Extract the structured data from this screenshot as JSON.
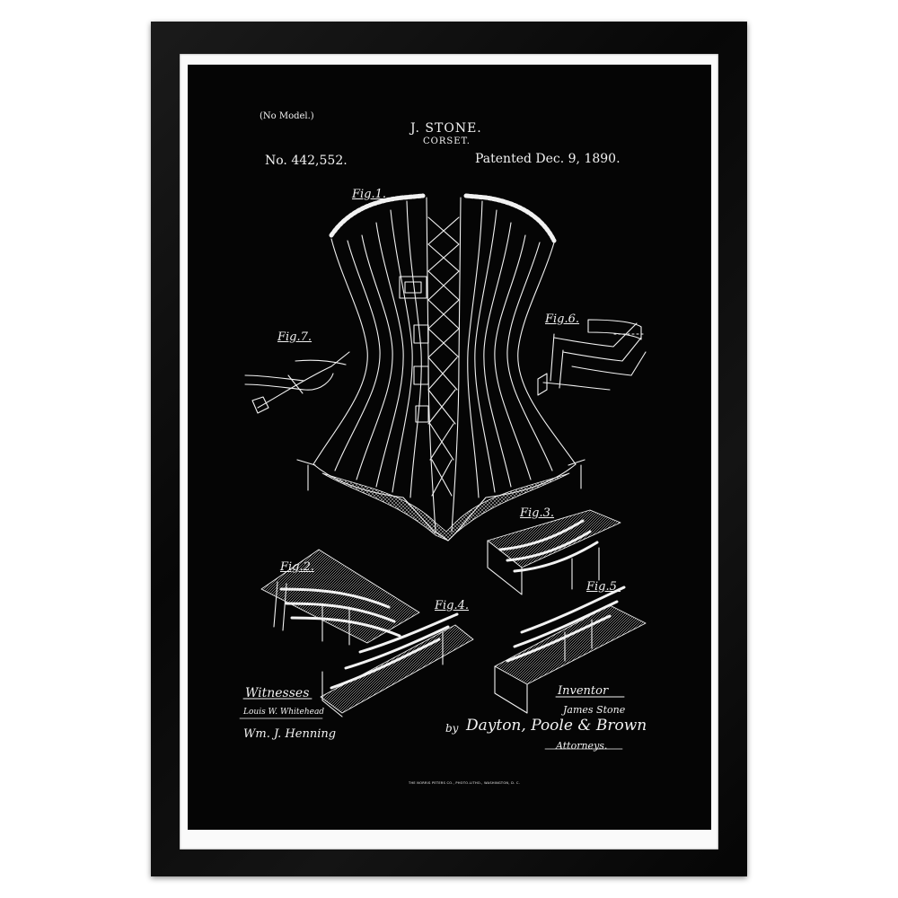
{
  "header": {
    "no_model": "(No Model.)",
    "inventor_name": "J. STONE.",
    "title": "CORSET.",
    "patent_number": "No. 442,552.",
    "patent_date": "Patented Dec. 9, 1890."
  },
  "figures": {
    "fig1": "Fig.1.",
    "fig2": "Fig.2.",
    "fig3": "Fig.3.",
    "fig4": "Fig.4.",
    "fig5": "Fig.5.",
    "fig6": "Fig.6.",
    "fig7": "Fig.7."
  },
  "signatures": {
    "witnesses_label": "Witnesses",
    "witness_1": "Louis W. Whitehead",
    "witness_2": "Wm. J. Henning",
    "inventor_label": "Inventor",
    "inventor_signature": "James Stone",
    "by_label": "by",
    "attorney_signature": "Dayton, Poole & Brown",
    "attorneys_label": "Attorneys."
  },
  "footer": {
    "printer_line": "THE NORRIS PETERS CO., PHOTO-LITHO., WASHINGTON, D. C."
  },
  "colors": {
    "frame": "#0b0b0b",
    "mat": "#fafafa",
    "poster_background": "#050505",
    "ink": "#f2f2f2"
  }
}
